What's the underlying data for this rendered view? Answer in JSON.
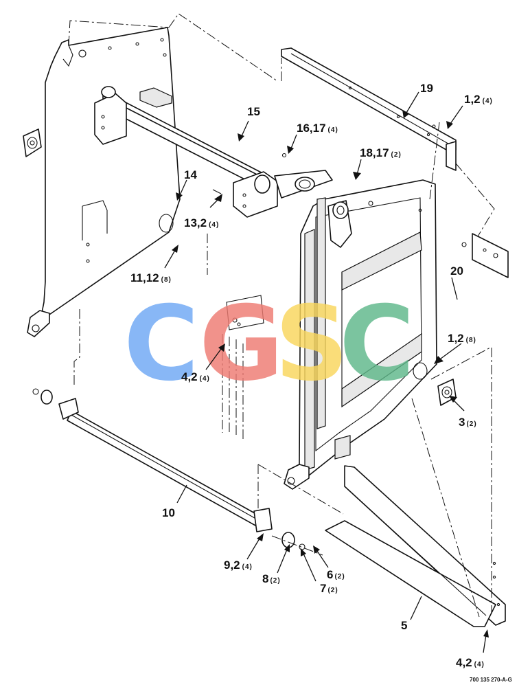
{
  "labels": {
    "l19": {
      "num": "19",
      "qty": ""
    },
    "l1_2_top": {
      "num": "1,2",
      "qty": "(4)"
    },
    "l15": {
      "num": "15",
      "qty": ""
    },
    "l16_17": {
      "num": "16,17",
      "qty": "(4)"
    },
    "l18_17": {
      "num": "18,17",
      "qty": "(2)"
    },
    "l14": {
      "num": "14",
      "qty": ""
    },
    "l13_2": {
      "num": "13,2",
      "qty": "(4)"
    },
    "l11_12": {
      "num": "11,12",
      "qty": "(8)"
    },
    "l20": {
      "num": "20",
      "qty": ""
    },
    "l1_2_mid": {
      "num": "1,2",
      "qty": "(8)"
    },
    "l4_2_mid": {
      "num": "4,2",
      "qty": "(4)"
    },
    "l3": {
      "num": "3",
      "qty": "(2)"
    },
    "l10": {
      "num": "10",
      "qty": ""
    },
    "l9_2": {
      "num": "9,2",
      "qty": "(4)"
    },
    "l8": {
      "num": "8",
      "qty": "(2)"
    },
    "l6": {
      "num": "6",
      "qty": "(2)"
    },
    "l7": {
      "num": "7",
      "qty": "(2)"
    },
    "l5": {
      "num": "5",
      "qty": ""
    },
    "l4_2_bot": {
      "num": "4,2",
      "qty": "(4)"
    }
  },
  "drawing_number": "700 135 270-A-G",
  "watermark": {
    "letters": [
      "C",
      "G",
      "S",
      "C"
    ],
    "colors": [
      "#6fa8f5",
      "#ee7b72",
      "#f9d65c",
      "#5fb88a"
    ]
  }
}
